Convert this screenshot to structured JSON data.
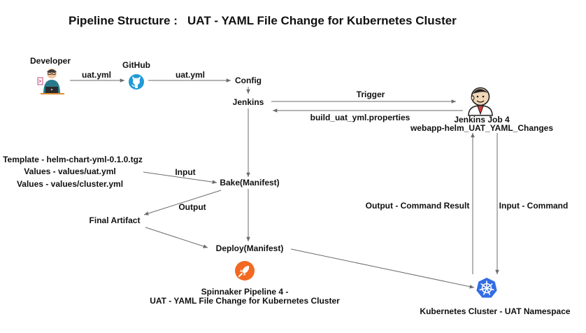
{
  "title": "Pipeline Structure :   UAT - YAML File Change for Kubernetes Cluster",
  "nodes": {
    "developer": "Developer",
    "github": "GitHub",
    "config": "Config",
    "jenkins": "Jenkins",
    "jenkins_job_line1": "Jenkins Job 4",
    "jenkins_job_line2": "webapp-helm_UAT_YAML_Changes",
    "template": "Template - helm-chart-yml-0.1.0.tgz",
    "values_uat": "Values - values/uat.yml",
    "values_cluster": "Values - values/cluster.yml",
    "bake": "Bake(Manifest)",
    "final_artifact": "Final Artifact",
    "deploy": "Deploy(Manifest)",
    "spinnaker_line1": "Spinnaker Pipeline 4 -",
    "spinnaker_line2": "UAT - YAML File Change for Kubernetes Cluster",
    "kubernetes": "Kubernetes Cluster - UAT Namespace"
  },
  "edges": {
    "dev_to_github": "uat.yml",
    "github_to_config": "uat.yml",
    "trigger": "Trigger",
    "build_props": "build_uat_yml.properties",
    "input": "Input",
    "output": "Output",
    "output_command_result": "Output - Command Result",
    "input_command": "Input - Command"
  },
  "colors": {
    "line": "#6b6b6b",
    "github_blue": "#1e9bd7",
    "spinnaker_orange": "#f26a21",
    "kubernetes_blue": "#326ce5",
    "developer_shirt": "#2a7a8c",
    "developer_skin": "#f2c49b"
  },
  "icons": {
    "developer": "developer-person-icon",
    "github": "github-octocat-icon",
    "jenkins": "jenkins-butler-icon",
    "spinnaker": "spinnaker-rocket-icon",
    "kubernetes": "kubernetes-wheel-icon"
  }
}
